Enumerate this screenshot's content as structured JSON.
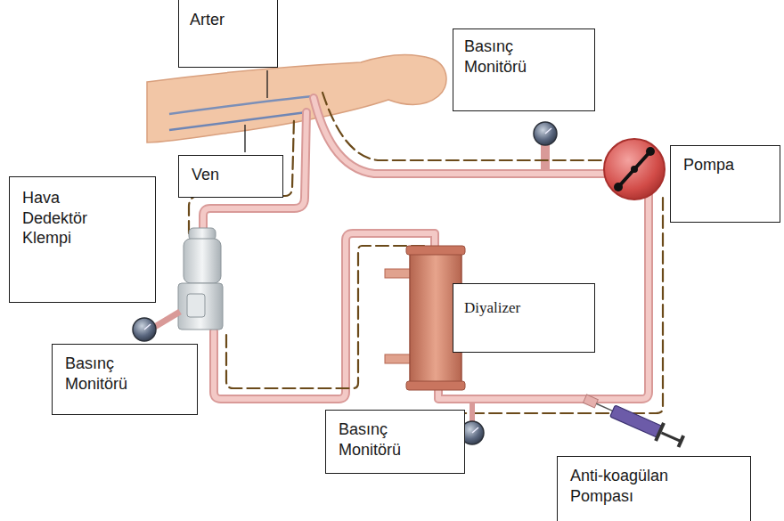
{
  "diagram": {
    "nodes": [
      {
        "text": [
          "Arter"
        ]
      },
      {
        "text": [
          "Basınç Monitörü"
        ]
      },
      {
        "text": [
          "Pompa"
        ]
      },
      {
        "text": [
          "Hava Dedektör Klempi"
        ]
      },
      {
        "text": [
          "Ven"
        ]
      },
      {
        "text": [
          "Diyalizer"
        ]
      },
      {
        "text": [
          "Basınç Monitörü"
        ]
      },
      {
        "text": [
          "Basınç Monitörü"
        ]
      },
      {
        "text": [
          "Anti-koagülan Pompası"
        ]
      }
    ]
  }
}
